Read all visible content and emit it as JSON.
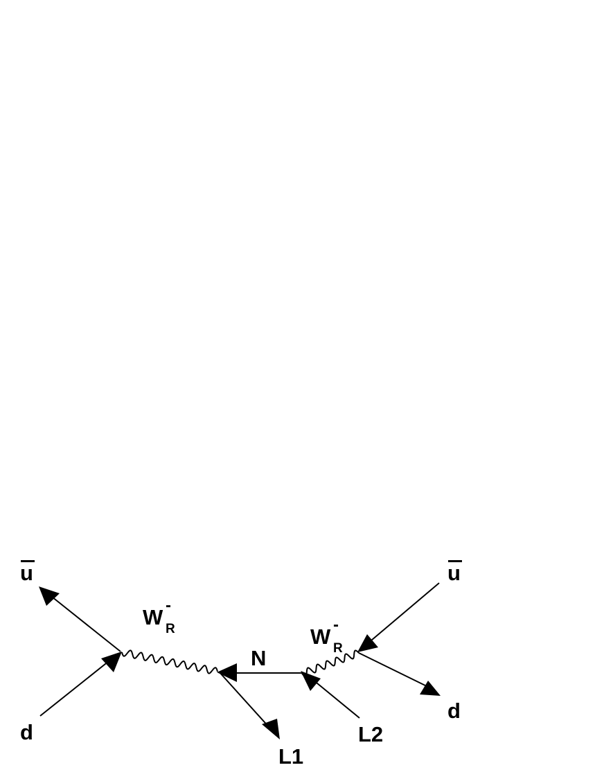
{
  "labels": {
    "ubar_left": "u",
    "ubar_right": "u",
    "d_left": "d",
    "d_right": "d",
    "w_left": "W",
    "w_left_sup": "-",
    "w_left_sub": "R",
    "w_right": "W",
    "w_right_sup": "-",
    "w_right_sub": "R",
    "n": "N",
    "l1": "L1",
    "l2": "L2"
  },
  "style": {
    "line_color": "#000000",
    "background": "#ffffff"
  }
}
